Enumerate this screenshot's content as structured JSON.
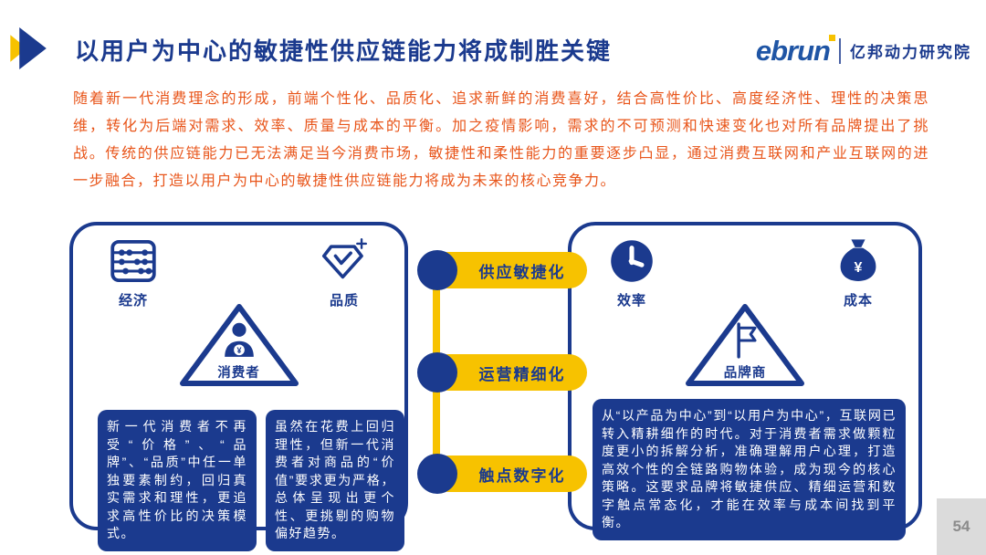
{
  "header": {
    "title": "以用户为中心的敏捷性供应链能力将成制胜关键",
    "logo_brand": "ebrun",
    "logo_org": "亿邦动力研究院"
  },
  "intro": "随着新一代消费理念的形成，前端个性化、品质化、追求新鲜的消费喜好，结合高性价比、高度经济性、理性的决策思维，转化为后端对需求、效率、质量与成本的平衡。加之疫情影响，需求的不可预测和快速变化也对所有品牌提出了挑战。传统的供应链能力已无法满足当今消费市场，敏捷性和柔性能力的重要逐步凸显，通过消费互联网和产业互联网的进一步融合，打造以用户为中心的敏捷性供应链能力将成为未来的核心竞争力。",
  "left_panel": {
    "items": [
      {
        "icon": "abacus-icon",
        "label": "经济"
      },
      {
        "icon": "diamond-check-icon",
        "label": "品质"
      }
    ],
    "triangle_icon": "person-icon",
    "triangle_label": "消费者",
    "notes": [
      "新一代消费者不再受“价格”、“品牌”、“品质”中任一单独要素制约，回归真实需求和理性，更追求高性价比的决策模式。",
      "虽然在花费上回归理性，但新一代消费者对商品的“价值”要求更为严格，总体呈现出更个性、更挑剔的购物偏好趋势。"
    ]
  },
  "pills": [
    "供应敏捷化",
    "运营精细化",
    "触点数字化"
  ],
  "right_panel": {
    "items": [
      {
        "icon": "clock-icon",
        "label": "效率"
      },
      {
        "icon": "money-bag-icon",
        "label": "成本"
      }
    ],
    "triangle_icon": "flag-icon",
    "triangle_label": "品牌商",
    "note": "从“以产品为中心”到“以用户为中心”，互联网已转入精耕细作的时代。对于消费者需求做颗粒度更小的拆解分析，准确理解用户心理，打造高效个性的全链路购物体验，成为现今的核心策略。这要求品牌将敏捷供应、精细运营和数字触点常态化，才能在效率与成本间找到平衡。"
  },
  "footer": {
    "page_number": "54"
  },
  "colors": {
    "navy": "#1B3A8E",
    "yellow": "#F7C200",
    "orange": "#E8551A",
    "logo_blue": "#1F55A5"
  }
}
